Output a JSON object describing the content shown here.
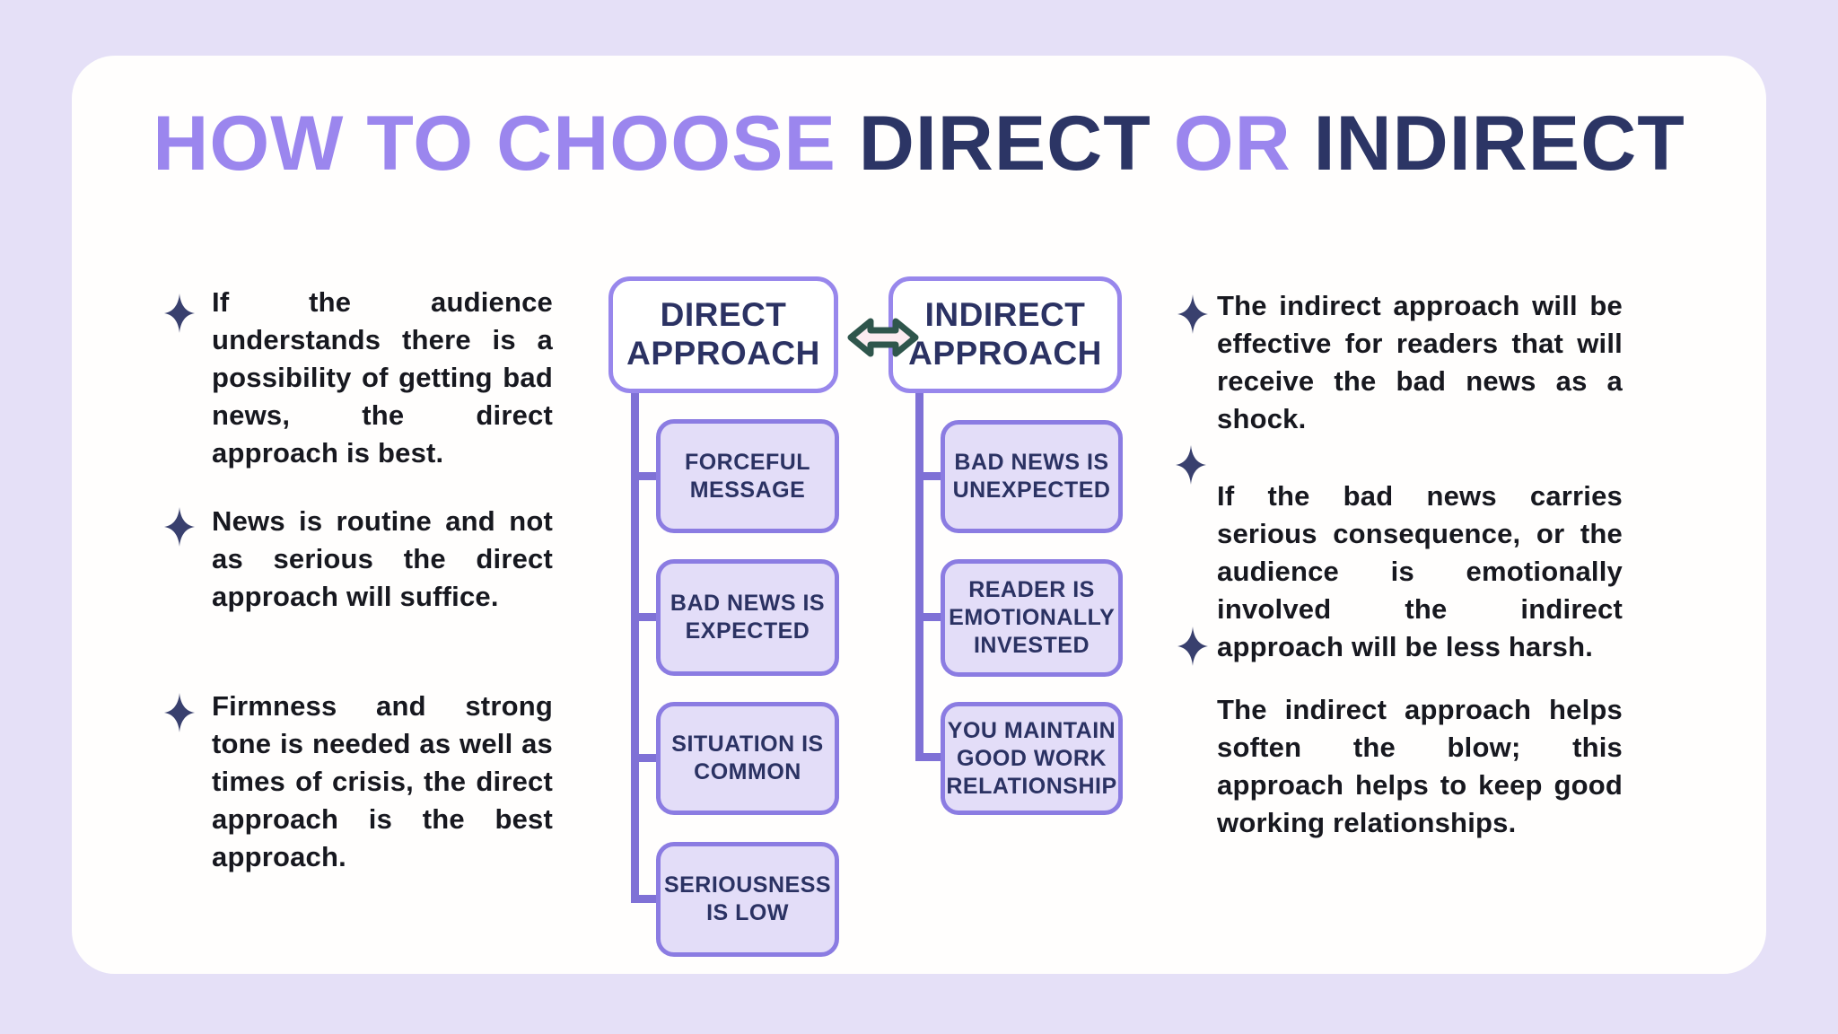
{
  "title": {
    "segments": [
      {
        "text": "HOW TO CHOOSE ",
        "color": "#9b86ee"
      },
      {
        "text": "DIRECT",
        "color": "#2c3565"
      },
      {
        "text": " OR ",
        "color": "#9b86ee"
      },
      {
        "text": "INDIRECT",
        "color": "#2c3565"
      }
    ]
  },
  "left_column": {
    "bullets": [
      {
        "text": "If the audience understands there is a possibility of getting bad news, the direct approach is best."
      },
      {
        "text": "News is routine and not as serious the direct approach will suffice."
      },
      {
        "text": "Firmness and strong tone is needed as well as times of crisis, the direct approach is the best approach."
      }
    ]
  },
  "right_column": {
    "bullets": [
      {
        "text": "The indirect approach will be effective for readers that will receive the bad news as a shock."
      },
      {
        "text": "If the bad news carries serious consequence, or the audience is emotionally involved the indirect approach will be less harsh."
      },
      {
        "text": "The indirect approach helps soften the blow; this approach helps to keep good working relationships."
      }
    ]
  },
  "flowchart": {
    "direct": {
      "title": "DIRECT APPROACH",
      "items": [
        "FORCEFUL MESSAGE",
        "BAD NEWS IS EXPECTED",
        "SITUATION IS COMMON",
        "SERIOUSNESS IS LOW"
      ]
    },
    "indirect": {
      "title": "INDIRECT APPROACH",
      "items": [
        "BAD NEWS IS UNEXPECTED",
        "READER IS EMOTIONALLY INVESTED",
        "YOU MAINTAIN GOOD WORK RELATIONSHIP"
      ]
    }
  },
  "icons": {
    "swap_arrow": "double-headed-horizontal-arrow",
    "bullet": "four-point-star"
  },
  "colors": {
    "background": "#e5e0f7",
    "card": "#fffefd",
    "accent_purple": "#9b86ee",
    "navy": "#2c3565",
    "body_text": "#17181f",
    "box_fill": "#e3ddf8",
    "box_border": "#8b7ce2",
    "header_border": "#9887ec",
    "connector": "#7f71d6",
    "star": "#39406e",
    "arrow_outline": "#2f564c",
    "arrow_fill": "#fbecf0"
  }
}
